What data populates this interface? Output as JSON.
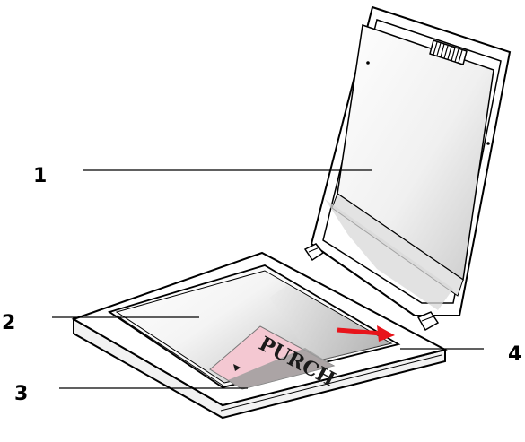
{
  "callouts": [
    {
      "id": "1",
      "label": "1"
    },
    {
      "id": "2",
      "label": "2"
    },
    {
      "id": "3",
      "label": "3"
    },
    {
      "id": "4",
      "label": "4"
    }
  ],
  "document_text": "PURCH",
  "colors": {
    "outline": "#000000",
    "arrow": "#e8141b",
    "document": "#f3c4cf",
    "glass": "#c9c9c9"
  }
}
